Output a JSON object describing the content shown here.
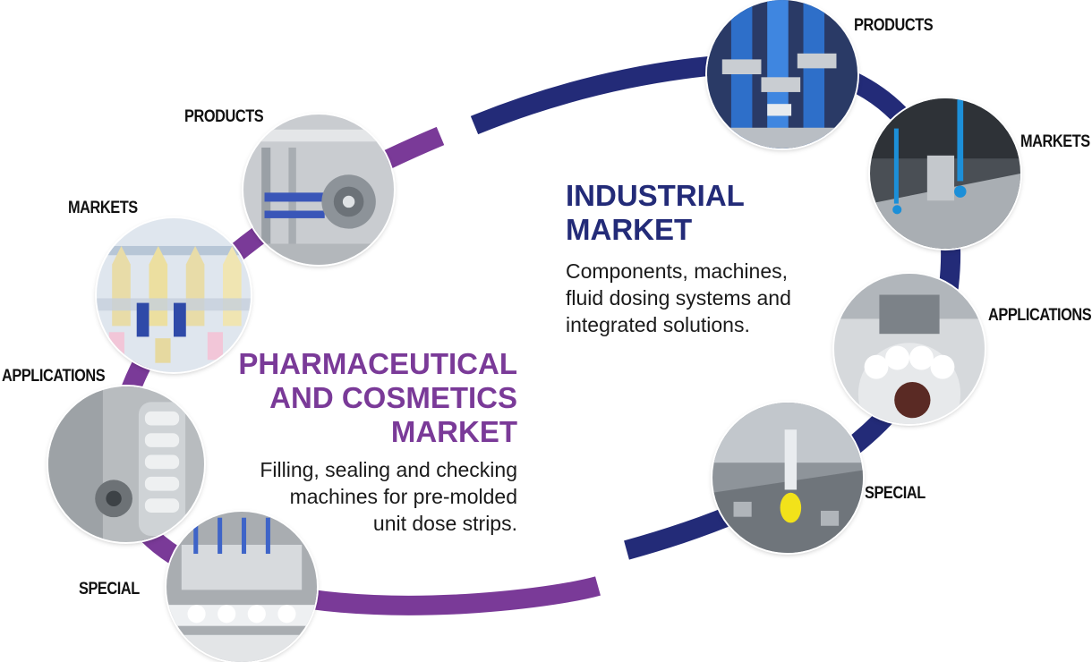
{
  "colors": {
    "pharma_accent": "#7a3a98",
    "industrial_accent": "#232b78",
    "text": "#1a1a1a"
  },
  "pharma": {
    "title_lines": [
      "PHARMACEUTICAL",
      "AND COSMETICS",
      "MARKET"
    ],
    "description_lines": [
      "Filling, sealing and checking",
      "machines for pre-molded",
      "unit dose strips."
    ],
    "nodes": [
      {
        "label": "PRODUCTS",
        "icon": "filling-machine-photo"
      },
      {
        "label": "MARKETS",
        "icon": "unit-dose-vials-photo"
      },
      {
        "label": "APPLICATIONS",
        "icon": "strip-conveyor-photo"
      },
      {
        "label": "SPECIAL",
        "icon": "sealing-station-photo"
      }
    ]
  },
  "industrial": {
    "title_lines": [
      "INDUSTRIAL",
      "MARKET"
    ],
    "description_lines": [
      "Components, machines,",
      "fluid dosing systems and",
      "integrated solutions."
    ],
    "nodes": [
      {
        "label": "PRODUCTS",
        "icon": "dosing-valves-photo"
      },
      {
        "label": "MARKETS",
        "icon": "blue-dispensing-photo"
      },
      {
        "label": "APPLICATIONS",
        "icon": "ball-bearing-photo"
      },
      {
        "label": "SPECIAL",
        "icon": "yellow-drop-dispense-photo"
      }
    ]
  }
}
